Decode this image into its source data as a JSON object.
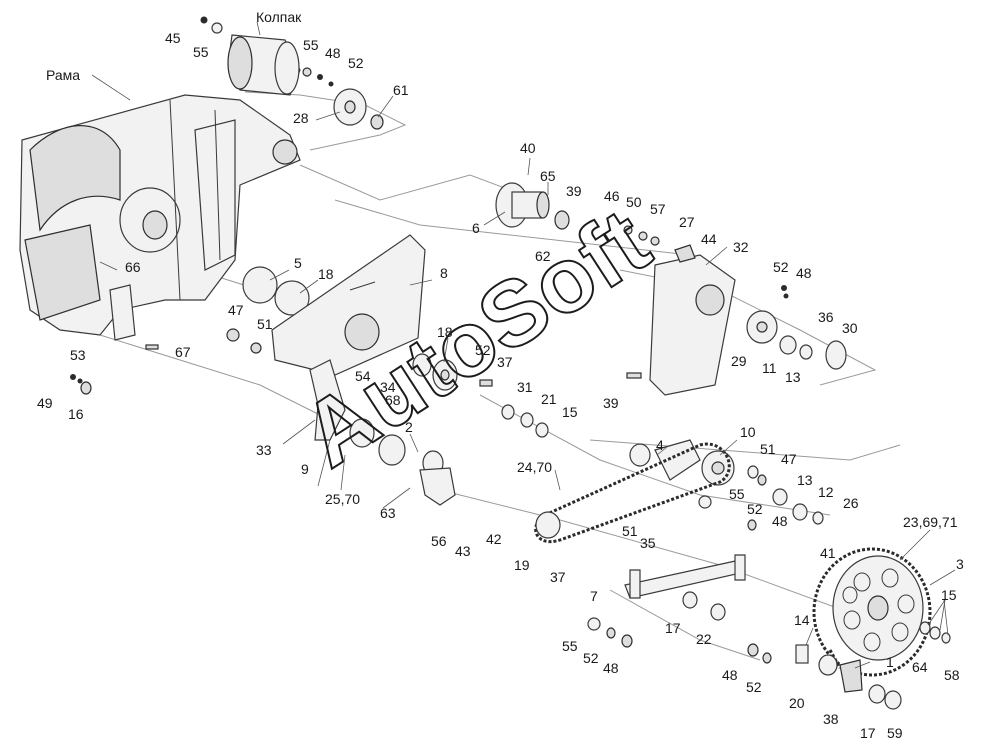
{
  "title_words": {
    "rama": "Рама",
    "kolpak": "Колпак"
  },
  "watermark": "AutoSoft",
  "callouts": [
    "45",
    "55",
    "55",
    "48",
    "52",
    "61",
    "28",
    "40",
    "65",
    "39",
    "6",
    "62",
    "46",
    "50",
    "57",
    "27",
    "44",
    "32",
    "52",
    "48",
    "66",
    "5",
    "18",
    "8",
    "47",
    "51",
    "36",
    "30",
    "29",
    "11",
    "13",
    "18",
    "52",
    "37",
    "31",
    "21",
    "15",
    "39",
    "53",
    "67",
    "49",
    "16",
    "54",
    "34",
    "68",
    "33",
    "9",
    "2",
    "4",
    "10",
    "51",
    "47",
    "13",
    "12",
    "26",
    "55",
    "52",
    "48",
    "41",
    "24,70",
    "25,70",
    "63",
    "56",
    "43",
    "42",
    "51",
    "35",
    "37",
    "7",
    "19",
    "23,69,71",
    "3",
    "15",
    "17",
    "22",
    "14",
    "64",
    "58",
    "55",
    "52",
    "48",
    "48",
    "52",
    "1",
    "20",
    "38",
    "17",
    "59"
  ]
}
